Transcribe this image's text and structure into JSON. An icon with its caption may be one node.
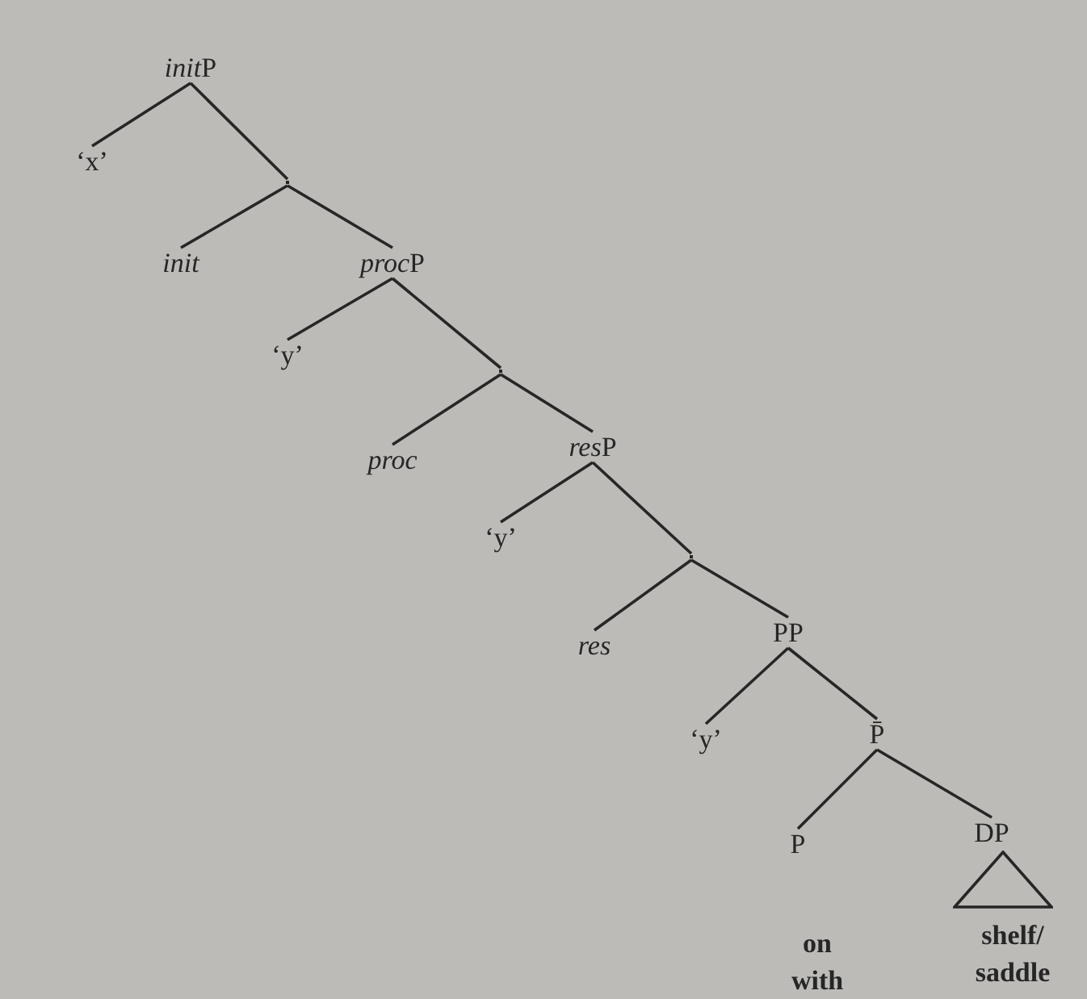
{
  "diagram": {
    "nodes": [
      {
        "text": [
          "initP"
        ]
      },
      {
        "text": [
          "‘x’"
        ]
      },
      {
        "text": [],
        "shape": "point"
      },
      {
        "text": [
          "init"
        ]
      },
      {
        "text": [
          "procP"
        ]
      },
      {
        "text": [
          "‘y’"
        ]
      },
      {
        "text": [],
        "shape": "point"
      },
      {
        "text": [
          "proc"
        ]
      },
      {
        "text": [
          "resP"
        ]
      },
      {
        "text": [
          "‘y’"
        ]
      },
      {
        "text": [],
        "shape": "point"
      },
      {
        "text": [
          "res"
        ]
      },
      {
        "text": [
          "PP"
        ]
      },
      {
        "text": [
          "‘y’"
        ]
      },
      {
        "text": [
          "P̄"
        ]
      },
      {
        "text": [
          "P"
        ],
        "beside": [
          "on with"
        ]
      },
      {
        "text": [
          "DP"
        ]
      },
      {
        "text": [],
        "shape": "triangle",
        "beside": [
          "shelf/ saddle"
        ]
      }
    ],
    "edges": [
      {
        "from": 0,
        "to": 1,
        "arrow": "none"
      },
      {
        "from": 0,
        "to": 2,
        "arrow": "none"
      },
      {
        "from": 2,
        "to": 3,
        "arrow": "none"
      },
      {
        "from": 2,
        "to": 4,
        "arrow": "none"
      },
      {
        "from": 4,
        "to": 5,
        "arrow": "none"
      },
      {
        "from": 4,
        "to": 6,
        "arrow": "none"
      },
      {
        "from": 6,
        "to": 7,
        "arrow": "none"
      },
      {
        "from": 6,
        "to": 8,
        "arrow": "none"
      },
      {
        "from": 8,
        "to": 9,
        "arrow": "none"
      },
      {
        "from": 8,
        "to": 10,
        "arrow": "none"
      },
      {
        "from": 10,
        "to": 11,
        "arrow": "none"
      },
      {
        "from": 10,
        "to": 12,
        "arrow": "none"
      },
      {
        "from": 12,
        "to": 13,
        "arrow": "none"
      },
      {
        "from": 12,
        "to": 14,
        "arrow": "none"
      },
      {
        "from": 14,
        "to": 15,
        "arrow": "none"
      },
      {
        "from": 14,
        "to": 16,
        "arrow": "none"
      }
    ]
  }
}
